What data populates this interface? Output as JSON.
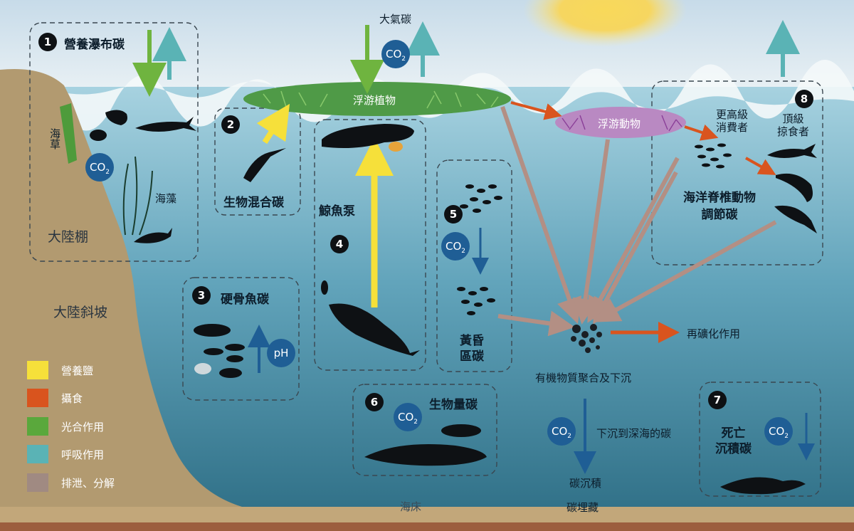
{
  "labels": {
    "atmospheric_carbon": "大氣碳",
    "phytoplankton": "浮游植物",
    "zooplankton": "浮游動物",
    "seagrass": "海草",
    "seaweed": "海藻",
    "continental_shelf": "大陸棚",
    "continental_slope": "大陸斜坡",
    "higher_consumers": "更高級\n消費者",
    "top_predators": "頂級\n掠食者",
    "remineralization": "再礦化作用",
    "aggregation": "有機物質聚合及下沉",
    "sink_deep": "下沉到深海的碳",
    "deposition": "碳沉積",
    "seabed": "海床",
    "burial": "碳埋藏",
    "co2": "CO",
    "co2_sub": "2",
    "ph": "pH"
  },
  "sections": [
    {
      "num": "1",
      "title": "營養瀑布碳"
    },
    {
      "num": "2",
      "title": "生物混合碳"
    },
    {
      "num": "3",
      "title": "硬骨魚碳"
    },
    {
      "num": "4",
      "title": "鯨魚泵"
    },
    {
      "num": "5",
      "title": "黃昏\n區碳"
    },
    {
      "num": "6",
      "title": "生物量碳"
    },
    {
      "num": "7",
      "title": "死亡\n沉積碳"
    },
    {
      "num": "8",
      "title": "海洋脊椎動物\n調節碳"
    }
  ],
  "legend": [
    {
      "label": "營養鹽",
      "color": "#f6e03a"
    },
    {
      "label": "攝食",
      "color": "#d9541e"
    },
    {
      "label": "光合作用",
      "color": "#5aa83c"
    },
    {
      "label": "呼吸作用",
      "color": "#5ab3b5"
    },
    {
      "label": "排泄、分解",
      "color": "#a08a82"
    }
  ]
}
